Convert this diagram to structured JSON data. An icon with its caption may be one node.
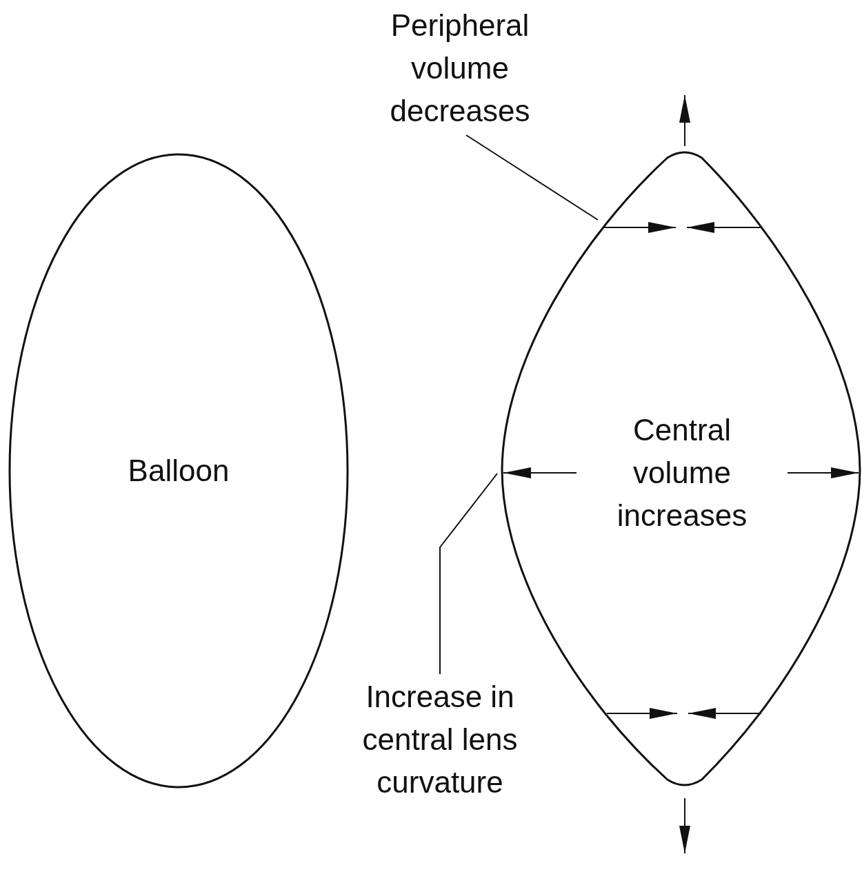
{
  "diagram": {
    "nodes": [
      {
        "text": [
          "Balloon"
        ]
      },
      {
        "text": [
          "Central volume increases"
        ]
      },
      {
        "text": [
          "Peripheral volume decreases"
        ]
      },
      {
        "text": [
          "Increase in central lens curvature"
        ]
      }
    ],
    "edges": [
      {
        "from": 2,
        "to": 1,
        "arrow": "none"
      },
      {
        "from": 3,
        "to": 1,
        "arrow": "none"
      }
    ]
  }
}
